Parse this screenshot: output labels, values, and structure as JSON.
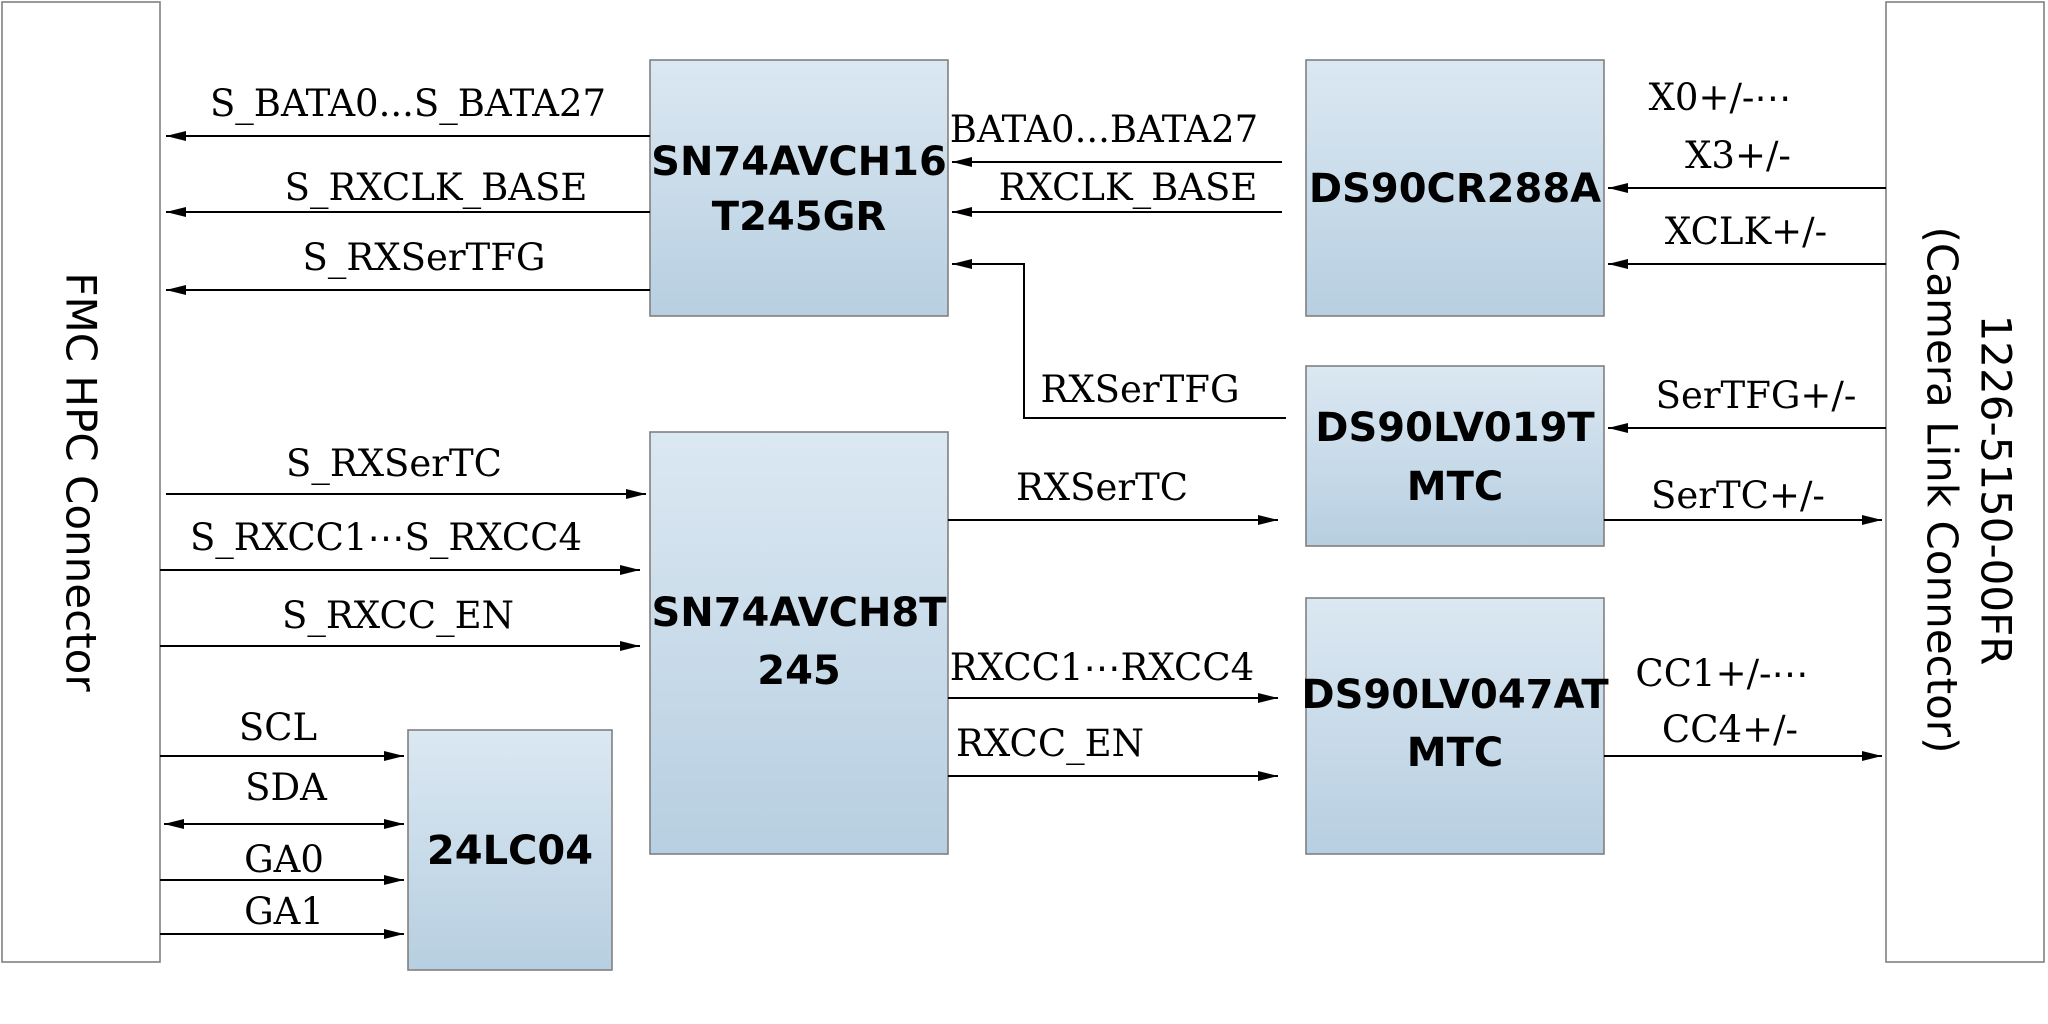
{
  "colors": {
    "block_gradient_top": "#dbe8f2",
    "block_gradient_bottom": "#b7cfe1",
    "block_border": "#808080",
    "connector_fill": "#ffffff",
    "wire": "#000000"
  },
  "connectors": {
    "fmc": {
      "label": "FMC HPC Connector"
    },
    "camera_link": {
      "line1": "1226-5150-00FR",
      "line2": "(Camera Link Connector)"
    }
  },
  "blocks": {
    "sn74avch16": {
      "line1": "SN74AVCH16",
      "line2": "T245GR"
    },
    "ds90cr288a": {
      "line1": "DS90CR288A"
    },
    "ds90lv019t": {
      "line1": "DS90LV019T",
      "line2": "MTC"
    },
    "sn74avch8t": {
      "line1": "SN74AVCH8T",
      "line2": "245"
    },
    "ds90lv047at": {
      "line1": "DS90LV047AT",
      "line2": "MTC"
    },
    "eeprom_24lc04": {
      "line1": "24LC04"
    }
  },
  "signals": {
    "s_bata": "S_BATA0...S_BATA27",
    "s_rxclk_base": "S_RXCLK_BASE",
    "s_rxsertfg": "S_RXSerTFG",
    "bata": "BATA0...BATA27",
    "rxclk_base": "RXCLK_BASE",
    "x_pairs_1": "X0+/-⋯",
    "x_pairs_2": "X3+/-",
    "xclk": "XCLK+/-",
    "rxsertfg": "RXSerTFG",
    "sertfg": "SerTFG+/-",
    "s_rxsertc": "S_RXSerTC",
    "s_rxcc": "S_RXCC1⋯S_RXCC4",
    "s_rxcc_en": "S_RXCC_EN",
    "rxsertc": "RXSerTC",
    "sertc": "SerTC+/-",
    "rxcc": "RXCC1⋯RXCC4",
    "rxcc_en": "RXCC_EN",
    "cc_1": "CC1+/-⋯",
    "cc_2": "CC4+/-",
    "scl": "SCL",
    "sda": "SDA",
    "ga0": "GA0",
    "ga1": "GA1"
  }
}
